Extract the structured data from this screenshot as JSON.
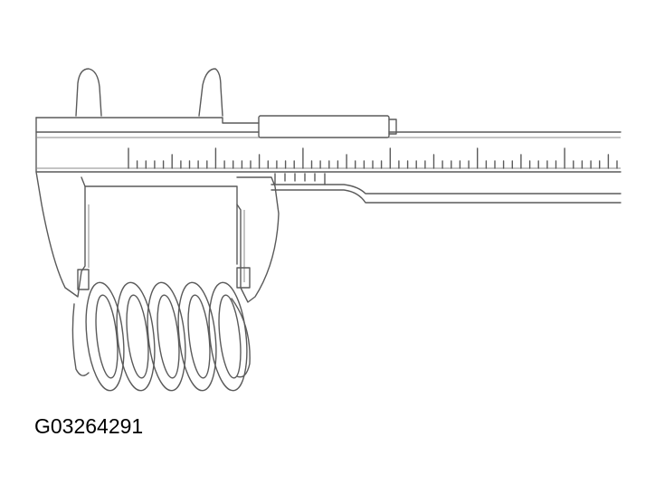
{
  "figure": {
    "id_label": "G03264291",
    "line_color": "#5a5a5a",
    "background": "#ffffff"
  },
  "illustration": {
    "subject": "vernier-caliper-measuring-coil-spring",
    "main_scale_ticks": 57,
    "vernier_ticks": 6,
    "spring_coils": 5
  }
}
